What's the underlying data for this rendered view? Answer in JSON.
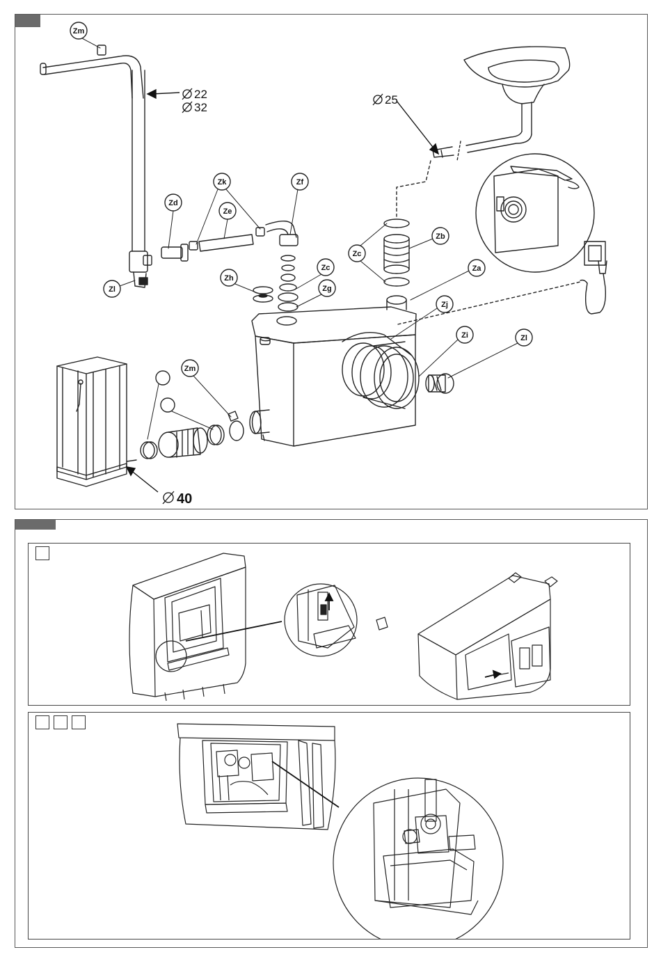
{
  "diagram1": {
    "labels": {
      "zm_top": "Zm",
      "zk": "Zk",
      "zf": "Zf",
      "zd": "Zd",
      "ze": "Ze",
      "zl_left": "Zl",
      "zh": "Zh",
      "zc_upper": "Zc",
      "zg": "Zg",
      "zc_left": "Zc",
      "zb": "Zb",
      "za": "Za",
      "zj": "Zj",
      "zi": "Zi",
      "zl_right": "Zl",
      "zm_bottom": "Zm"
    },
    "dimensions": {
      "d22": "22",
      "d32": "32",
      "d25": "25",
      "d40": "40"
    }
  },
  "colors": {
    "tab": "#6b6b6b",
    "line": "#222222",
    "frame": "#555555"
  }
}
